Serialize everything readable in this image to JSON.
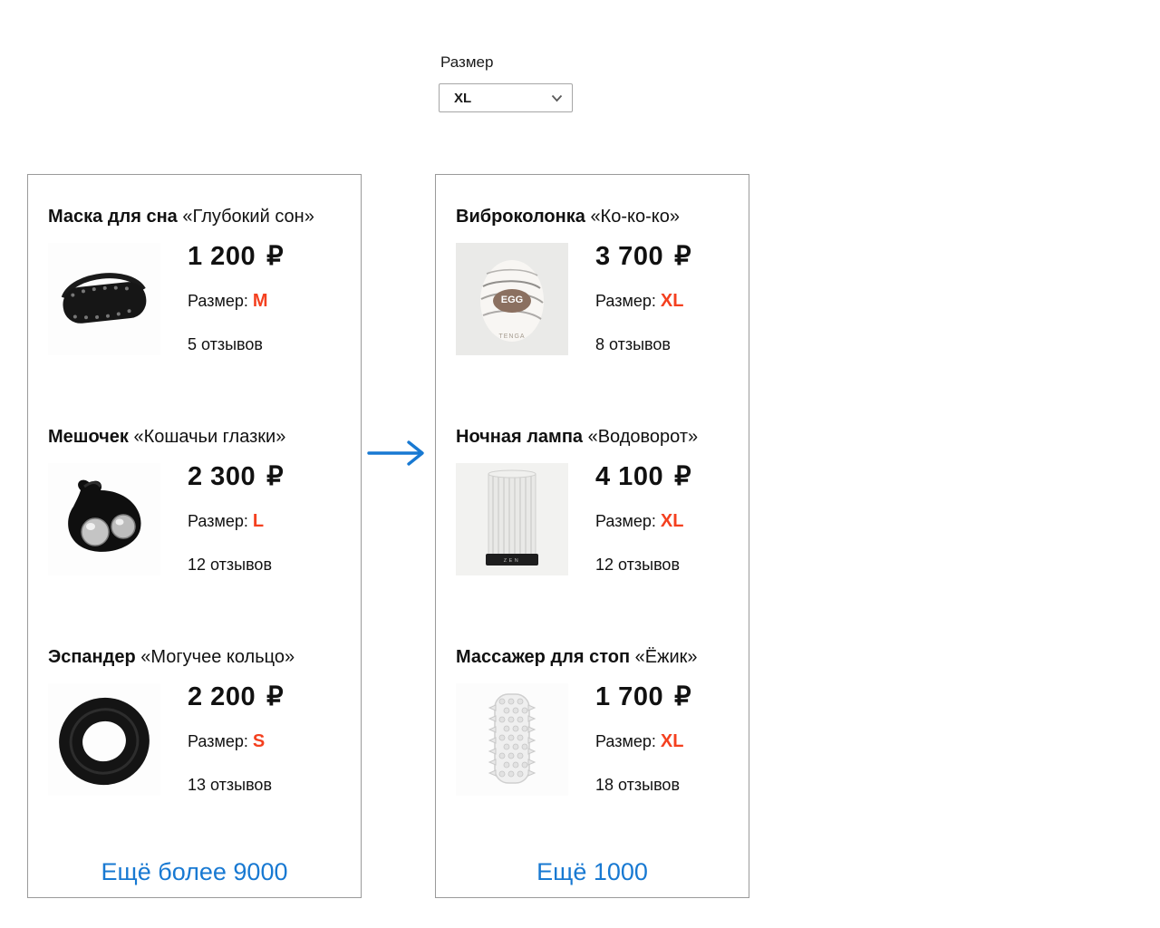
{
  "colors": {
    "accent": "#f4401f",
    "link": "#1879d2",
    "arrow": "#1879d2"
  },
  "currency": "₽",
  "labels": {
    "size": "Размер:"
  },
  "filter": {
    "label": "Размер",
    "value": "XL"
  },
  "panels": [
    {
      "more_link": "Ещё более 9000",
      "products": [
        {
          "title": "Маска для сна",
          "subtitle": "«Глубокий сон»",
          "price": "1 200",
          "size": "M",
          "reviews": "5 отзывов",
          "image": "sleep-mask"
        },
        {
          "title": "Мешочек",
          "subtitle": "«Кошачьи глазки»",
          "price": "2 300",
          "size": "L",
          "reviews": "12 отзывов",
          "image": "pouch-with-balls"
        },
        {
          "title": "Эспандер",
          "subtitle": "«Могучее кольцо»",
          "price": "2 200",
          "size": "S",
          "reviews": "13 отзывов",
          "image": "black-ring"
        }
      ]
    },
    {
      "more_link": "Ещё 1000",
      "products": [
        {
          "title": "Виброколонка",
          "subtitle": "«Ко-ко-ко»",
          "price": "3 700",
          "size": "XL",
          "reviews": "8 отзывов",
          "image": "egg",
          "image_text": {
            "label": "EGG",
            "brand": "TENGA"
          }
        },
        {
          "title": "Ночная лампа",
          "subtitle": "«Водоворот»",
          "price": "4 100",
          "size": "XL",
          "reviews": "12 отзывов",
          "image": "cylinder-lamp",
          "image_text": {
            "brand": "ZEN"
          }
        },
        {
          "title": "Массажер для стоп",
          "subtitle": "«Ёжик»",
          "price": "1 700",
          "size": "XL",
          "reviews": "18 отзывов",
          "image": "spiky-sleeve"
        }
      ]
    }
  ]
}
